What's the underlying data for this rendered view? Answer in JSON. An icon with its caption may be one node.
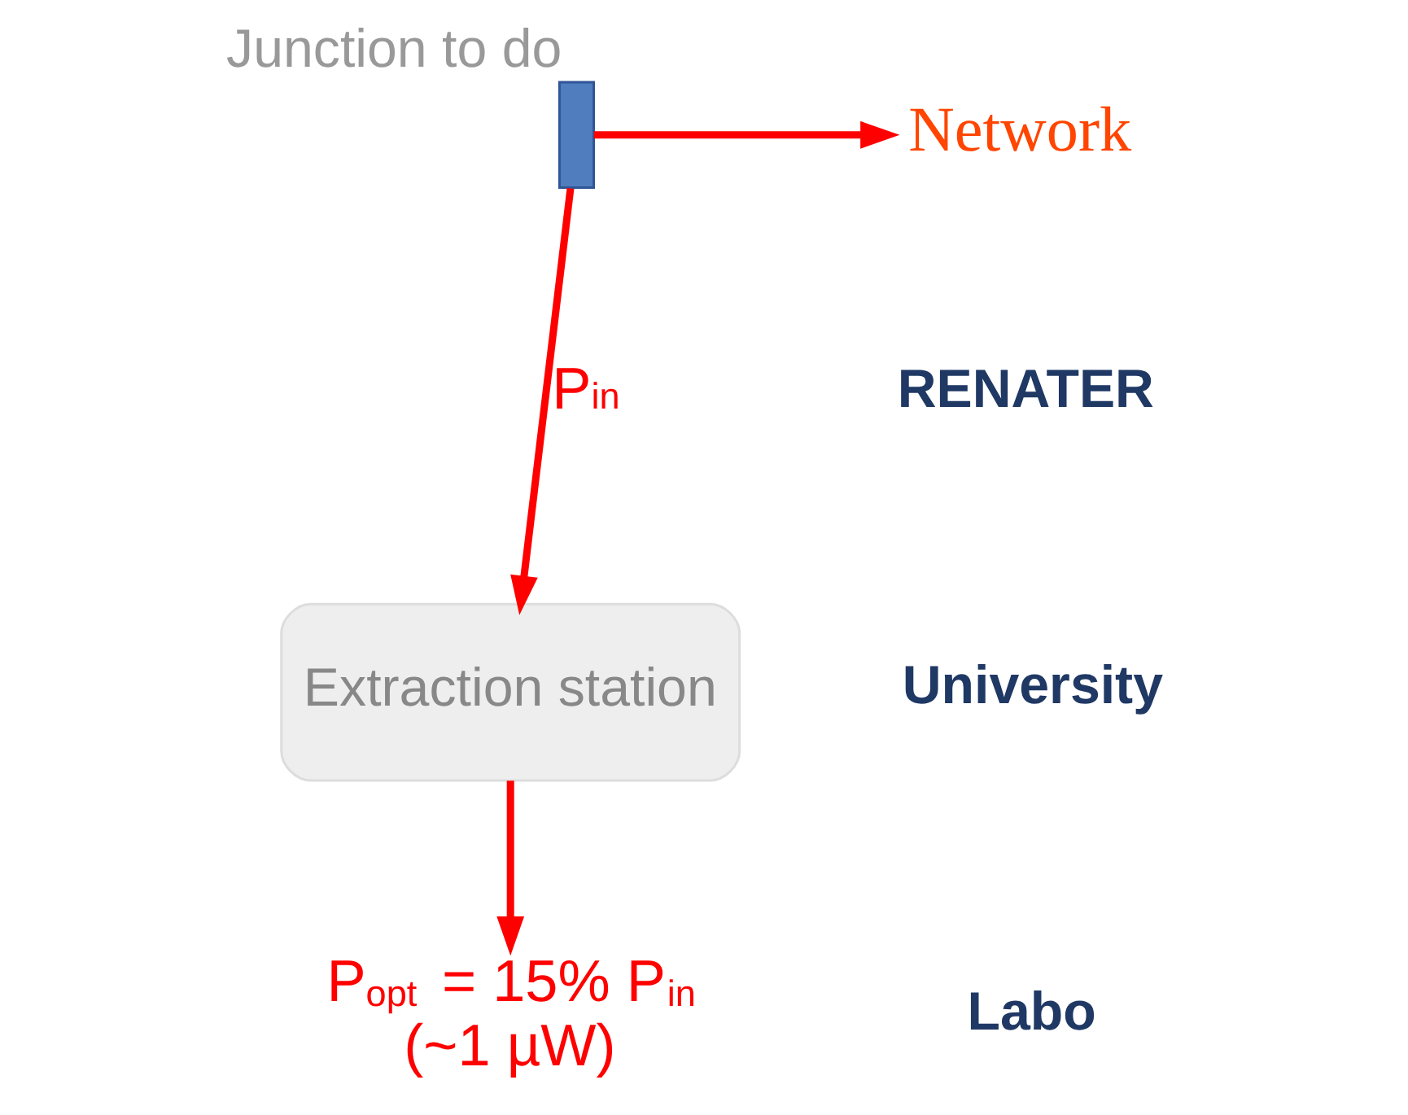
{
  "diagram": {
    "nodes": [
      {
        "text": [
          "Network"
        ]
      },
      {
        "text": [],
        "shape": "bar",
        "beside": [
          "Junction to do"
        ]
      },
      {
        "text": [
          "Extraction station"
        ]
      },
      {
        "text": [
          "P$_{opt}$ = 15% P$_{in}$",
          "(~1 µW)"
        ]
      }
    ],
    "edges": [
      {
        "from": 1,
        "to": 0,
        "arrow": "to"
      },
      {
        "from": 1,
        "to": 2,
        "arrow": "to",
        "label": "P$_{in}$"
      },
      {
        "from": 2,
        "to": 3,
        "arrow": "to"
      }
    ],
    "labels": [
      "University",
      "RENATER",
      "Labo"
    ]
  }
}
